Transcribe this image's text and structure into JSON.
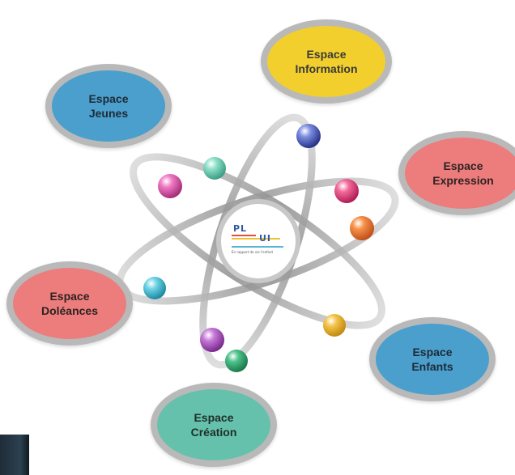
{
  "spaces": {
    "information": {
      "line1": "Espace",
      "line2": "Information"
    },
    "jeunes": {
      "line1": "Espace",
      "line2": "Jeunes"
    },
    "expression": {
      "line1": "Espace",
      "line2": "Expression"
    },
    "doleances": {
      "line1": "Espace",
      "line2": "Doléances"
    },
    "enfants": {
      "line1": "Espace",
      "line2": "Enfants"
    },
    "creation": {
      "line1": "Espace",
      "line2": "Création"
    }
  },
  "logo": {
    "part1": "PL",
    "part2": "UI",
    "tagline": "En rapport de vie l'enfant"
  },
  "colors": {
    "yellow": "#f2cf2c",
    "blue": "#4a9fcd",
    "pink": "#ec7d7c",
    "teal": "#66c1ac",
    "ring": "#b9b9b9"
  },
  "icons": {
    "center": "atom-diagram"
  }
}
